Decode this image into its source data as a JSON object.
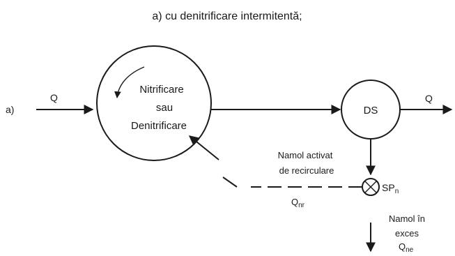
{
  "title": "a) cu denitrificare intermitentă;",
  "diagram": {
    "variant_label": "a)",
    "flow_in_label": "Q",
    "flow_out_label": "Q",
    "reactor": {
      "line1": "Nitrificare",
      "line2": "sau",
      "line3": "Denitrificare"
    },
    "settler_label": "DS",
    "splitter": {
      "main": "SP",
      "sub": "n"
    },
    "recirculation": {
      "line1": "Namol activat",
      "line2": "de recirculare",
      "flow_main": "Q",
      "flow_sub": "nr"
    },
    "excess": {
      "line1": "Namol în",
      "line2": "exces",
      "flow_main": "Q",
      "flow_sub": "ne"
    }
  }
}
